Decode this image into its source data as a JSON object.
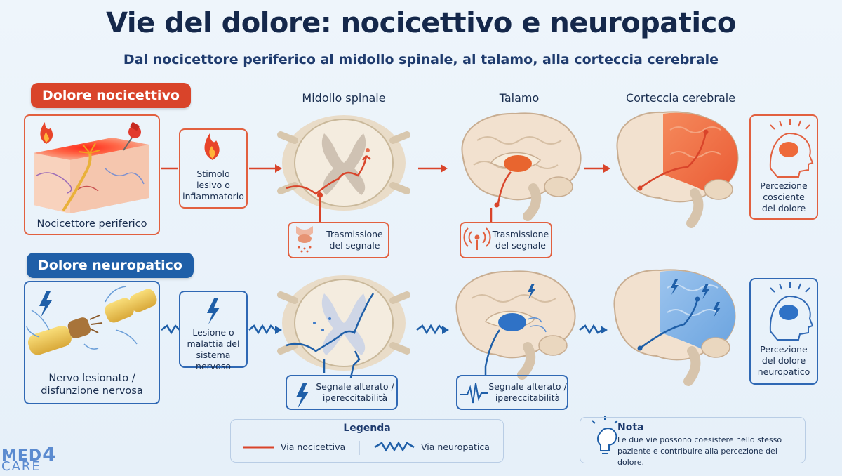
{
  "header": {
    "title": "Vie del dolore: nocicettivo e neuropatico",
    "subtitle": "Dal nocicettore periferico al midollo spinale, al talamo, alla corteccia cerebrale"
  },
  "columns": {
    "spinal": "Midollo spinale",
    "thalamus": "Talamo",
    "cortex": "Corteccia cerebrale"
  },
  "nociceptive": {
    "label": "Dolore nocicettivo",
    "receptor_caption": "Nocicettore periferico",
    "stimulus": [
      "Stimolo",
      "lesivo o",
      "infiammatorio"
    ],
    "transmission_spinal": [
      "Trasmissione",
      "del segnale"
    ],
    "transmission_thalamus": [
      "Trasmissione",
      "del segnale"
    ],
    "perception": [
      "Percezione",
      "cosciente",
      "del dolore"
    ]
  },
  "neuropathic": {
    "label": "Dolore neuropatico",
    "receptor_caption": [
      "Nervo lesionato /",
      "disfunzione nervosa"
    ],
    "lesion": [
      "Lesione o",
      "malattia del",
      "sistema nervoso"
    ],
    "signal_spinal": [
      "Segnale alterato /",
      "ipereccitabilità"
    ],
    "signal_thalamus": [
      "Segnale alterato /",
      "ipereccitabilità"
    ],
    "perception": [
      "Percezione",
      "del dolore",
      "neuropatico"
    ]
  },
  "legend": {
    "title": "Legenda",
    "nociceptive": "Via nocicettiva",
    "neuropathic": "Via neuropatica"
  },
  "nota": {
    "title": "Nota",
    "text": [
      "Le due vie possono coesistere nello stesso",
      "paziente e contribuire alla percezione del dolore."
    ]
  },
  "logo": {
    "line1": "MED",
    "digit": "4",
    "line2": "CARE"
  },
  "colors": {
    "nociceptive": "#d9442a",
    "neuropathic": "#1f5fa8"
  }
}
